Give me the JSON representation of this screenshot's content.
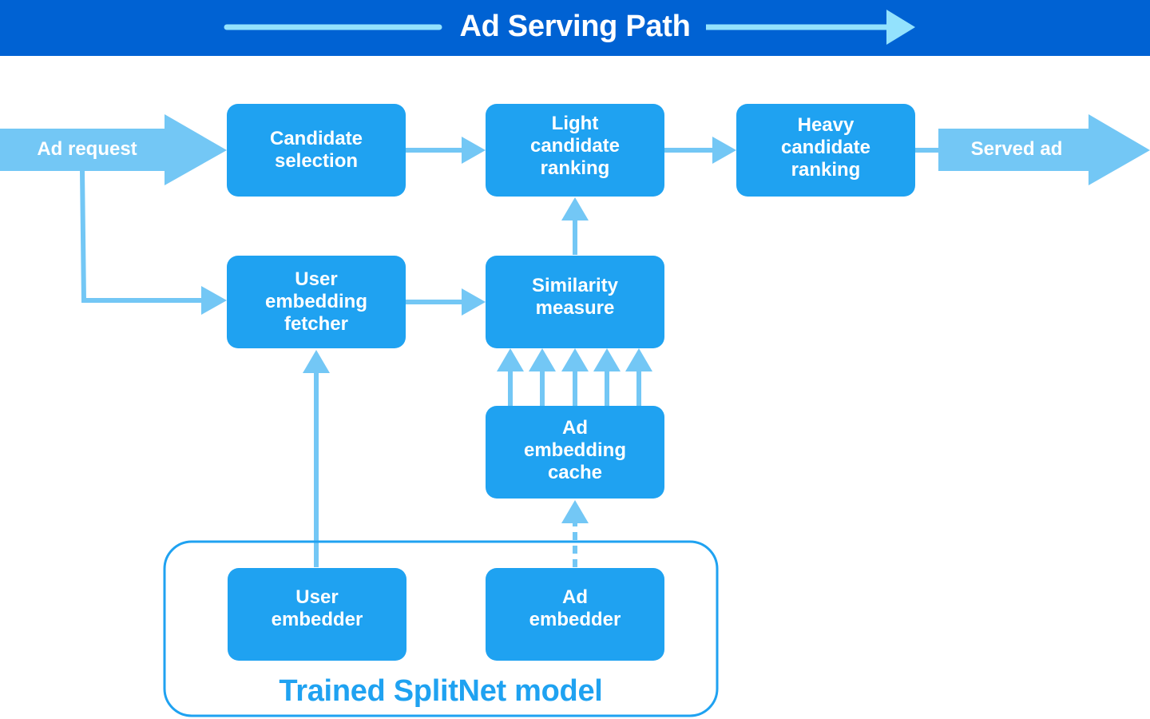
{
  "header": {
    "title": "Ad Serving Path",
    "background_color": "#0062d3",
    "arrow_color": "#93e2fd"
  },
  "colors": {
    "box_fill": "#1fa2f1",
    "connector": "#73c7f5",
    "model_border": "#1fa2f1",
    "text_on_box": "#ffffff"
  },
  "inputs": {
    "ad_request": "Ad request"
  },
  "outputs": {
    "served_ad": "Served ad"
  },
  "nodes": {
    "candidate_selection": "Candidate\nselection",
    "light_ranking": "Light\ncandidate\nranking",
    "heavy_ranking": "Heavy\ncandidate\nranking",
    "user_embedding_fetcher": "User\nembedding\nfetcher",
    "similarity_measure": "Similarity\nmeasure",
    "ad_embedding_cache": "Ad\nembedding\ncache",
    "user_embedder": "User\nembedder",
    "ad_embedder": "Ad\nembedder"
  },
  "model_group": {
    "label": "Trained SplitNet model"
  },
  "edges": [
    {
      "from": "ad_request",
      "to": "candidate_selection",
      "style": "block-arrow"
    },
    {
      "from": "ad_request",
      "to": "user_embedding_fetcher",
      "style": "solid"
    },
    {
      "from": "candidate_selection",
      "to": "light_ranking",
      "style": "solid"
    },
    {
      "from": "light_ranking",
      "to": "heavy_ranking",
      "style": "solid"
    },
    {
      "from": "heavy_ranking",
      "to": "served_ad",
      "style": "block-arrow"
    },
    {
      "from": "user_embedding_fetcher",
      "to": "similarity_measure",
      "style": "solid"
    },
    {
      "from": "similarity_measure",
      "to": "light_ranking",
      "style": "solid"
    },
    {
      "from": "ad_embedding_cache",
      "to": "similarity_measure",
      "style": "solid",
      "count": 5
    },
    {
      "from": "user_embedder",
      "to": "user_embedding_fetcher",
      "style": "solid"
    },
    {
      "from": "ad_embedder",
      "to": "ad_embedding_cache",
      "style": "dashed"
    }
  ]
}
